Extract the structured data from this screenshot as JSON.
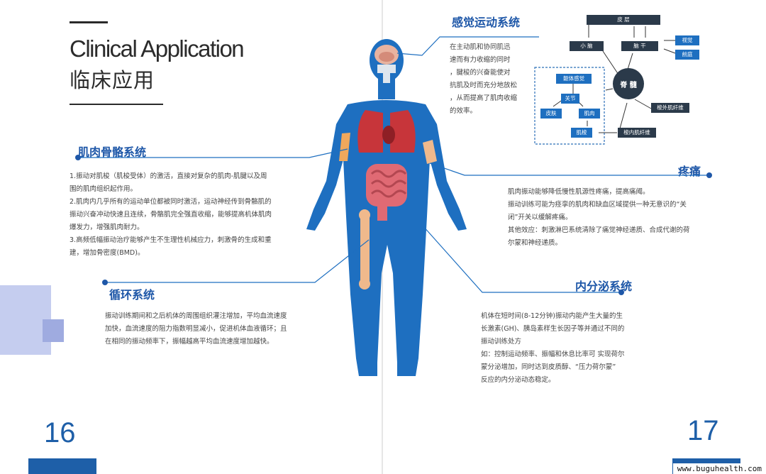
{
  "header": {
    "title_en": "Clinical Application",
    "title_cn": "临床应用"
  },
  "sections": {
    "musculoskeletal": {
      "title": "肌肉骨骼系统",
      "lines": [
        "1.振动对肌梭（肌梭受体）的激活，直接对复杂的肌肉-肌腱以及周",
        "围的肌肉组织起作用。",
        "2.肌肉内几乎所有的运动单位都被同时激活，运动神经传到骨骼肌的",
        "振动兴奋冲动快速且连续，骨骼肌完全强直收缩，能够提高机体肌肉",
        "爆发力，增强肌肉耐力。",
        "3.高频低幅振动治疗能够产生不生理性机械应力，刺激骨的生成和重",
        "建，增加骨密度(BMD)。"
      ]
    },
    "circulatory": {
      "title": "循环系统",
      "lines": [
        "振动训练期间和之后机体的周围组织灌注增加，平均血流速度",
        "加快，血流速度的阻力指数明显减小，促进机体血液循环；且",
        "在相同的振动频率下，振幅越高平均血流速度增加越快。"
      ]
    },
    "sensorimotor": {
      "title": "感觉运动系统",
      "lines": [
        "在主动肌和协同肌迅",
        "速而有力收缩的同时",
        "，腱梭的兴奋能使对",
        "抗肌及时而充分地放松",
        "，从而提高了肌肉收缩",
        "的效率。"
      ]
    },
    "pain": {
      "title": "疼痛",
      "lines": [
        "肌肉振动能够降低慢性肌源性疼痛，提高痛阈。",
        "振动训练可能为痉挛的肌肉和缺血区域提供一种无意识的“关",
        "闭”开关以缓解疼痛。",
        "其他效应：刺激淋巴系统清除了痛觉神经递质、合成代谢的荷",
        "尔蒙和神经递质。"
      ]
    },
    "endocrine": {
      "title": "内分泌系统",
      "lines": [
        "机体在短时间(8-12分钟)振动内能产生大量的生",
        "长激素(GH)、胰岛素样生长因子等并通过不同的",
        "振动训练处方",
        "如：控制运动频率、振幅和休息比率可 实现荷尔",
        "蒙分泌增加，同时达到皮质醇、“压力荷尔蒙”",
        "反应的内分泌动态稳定。"
      ]
    }
  },
  "diagram": {
    "cortex": "皮 层",
    "cerebellum": "小 脑",
    "brainstem": "脑 干",
    "vision": "视觉",
    "vestibular": "前庭",
    "spinal_cord": "脊 髓",
    "proprioception": "躯体感觉",
    "joint": "关节",
    "skin": "皮肤",
    "muscle": "肌肉",
    "spindle": "肌梭",
    "extrafusal": "梭外肌纤维",
    "intrafusal": "梭内肌纤维"
  },
  "pages": {
    "left": "16",
    "right": "17"
  },
  "watermark": "www.buguhealth.com",
  "colors": {
    "accent": "#1e57a8",
    "body": "#1e6fc0",
    "deco": "#b9c3e8"
  }
}
